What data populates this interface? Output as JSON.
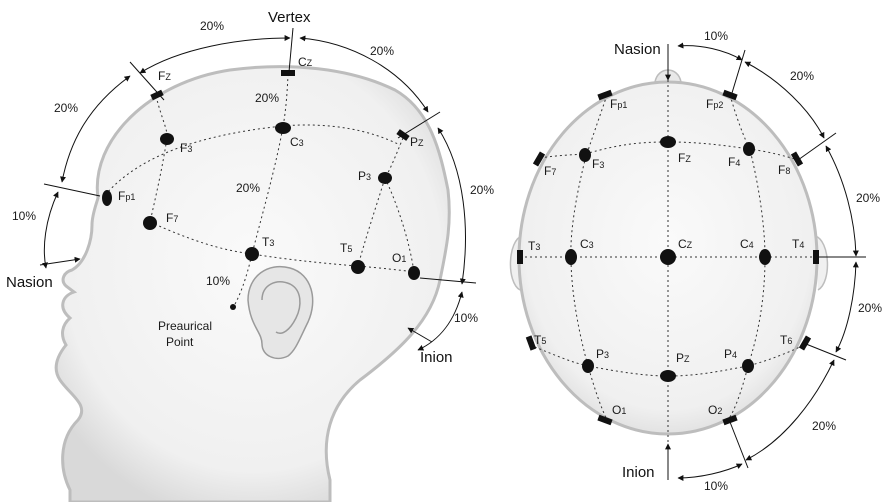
{
  "side_view": {
    "labels": {
      "vertex": "Vertex",
      "nasion": "Nasion",
      "inion": "Inion",
      "preauricular_1": "Preaurical",
      "preauricular_2": "Point"
    },
    "percentages": [
      "20%",
      "20%",
      "20%",
      "20%",
      "20%",
      "20%",
      "10%",
      "10%",
      "10%"
    ],
    "electrodes": [
      {
        "base": "F",
        "sub": "Z"
      },
      {
        "base": "C",
        "sub": "Z"
      },
      {
        "base": "P",
        "sub": "Z"
      },
      {
        "base": "F",
        "sub": "3"
      },
      {
        "base": "C",
        "sub": "3"
      },
      {
        "base": "P",
        "sub": "3"
      },
      {
        "base": "F",
        "sub": "p1"
      },
      {
        "base": "F",
        "sub": "7"
      },
      {
        "base": "T",
        "sub": "3"
      },
      {
        "base": "T",
        "sub": "5"
      },
      {
        "base": "O",
        "sub": "1"
      }
    ]
  },
  "top_view": {
    "labels": {
      "nasion": "Nasion",
      "inion": "Inion"
    },
    "percentages": [
      "10%",
      "20%",
      "20%",
      "20%",
      "20%",
      "10%"
    ],
    "electrodes": [
      {
        "base": "F",
        "sub": "p1"
      },
      {
        "base": "F",
        "sub": "p2"
      },
      {
        "base": "F",
        "sub": "7"
      },
      {
        "base": "F",
        "sub": "3"
      },
      {
        "base": "F",
        "sub": "Z"
      },
      {
        "base": "F",
        "sub": "4"
      },
      {
        "base": "F",
        "sub": "8"
      },
      {
        "base": "T",
        "sub": "3"
      },
      {
        "base": "C",
        "sub": "3"
      },
      {
        "base": "C",
        "sub": "Z"
      },
      {
        "base": "C",
        "sub": "4"
      },
      {
        "base": "T",
        "sub": "4"
      },
      {
        "base": "T",
        "sub": "5"
      },
      {
        "base": "P",
        "sub": "3"
      },
      {
        "base": "P",
        "sub": "Z"
      },
      {
        "base": "P",
        "sub": "4"
      },
      {
        "base": "T",
        "sub": "6"
      },
      {
        "base": "O",
        "sub": "1"
      },
      {
        "base": "O",
        "sub": "2"
      }
    ]
  }
}
